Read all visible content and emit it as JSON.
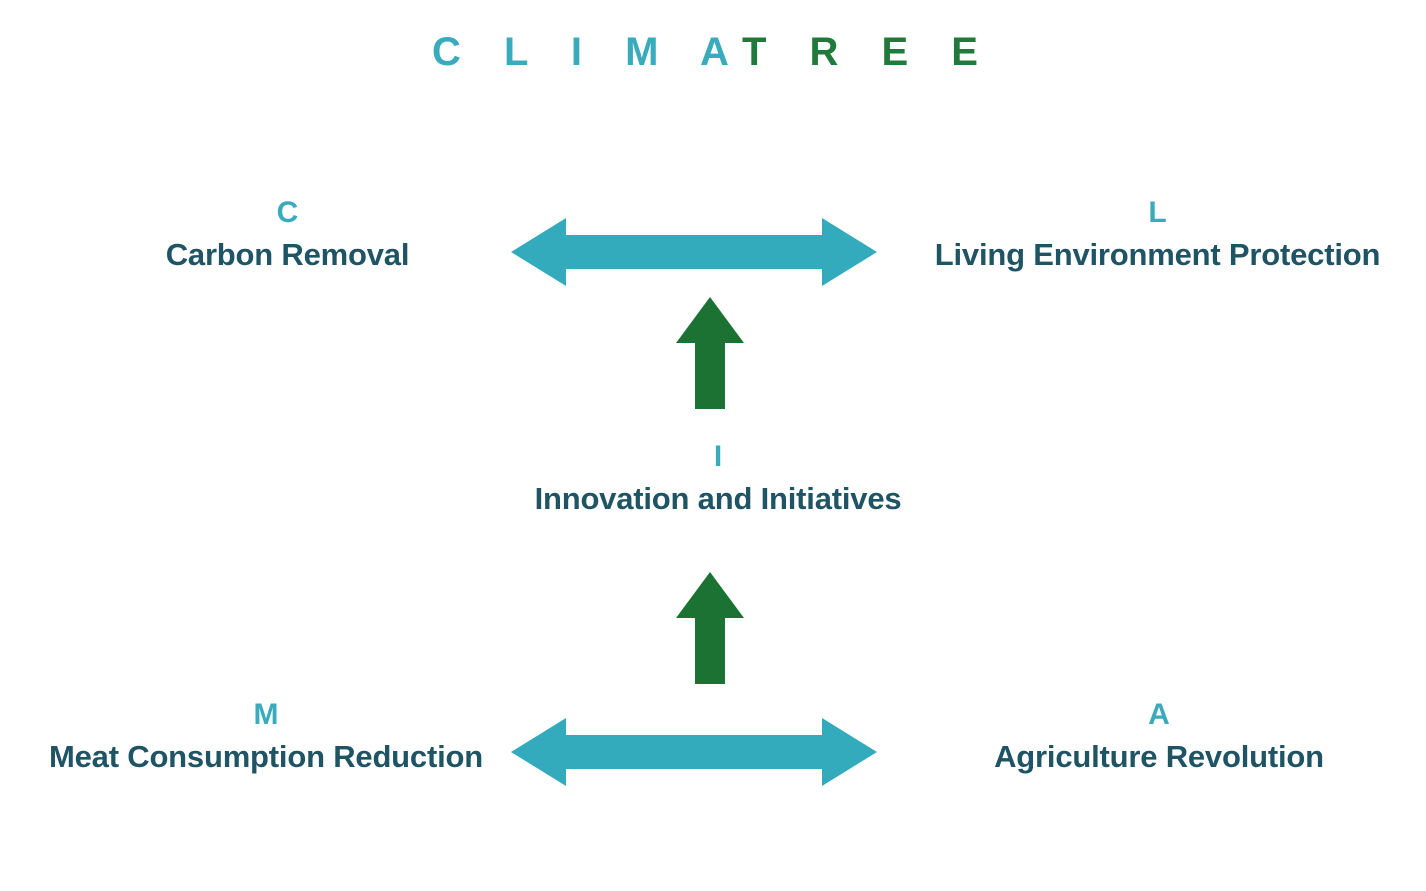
{
  "brand": {
    "full_title": "CLIMATREE",
    "part_teal": "C L I M A",
    "part_green": "T R E E",
    "teal_color": "#3AABBD",
    "green_color": "#1F7A3C"
  },
  "colors": {
    "letter_teal": "#3AABBD",
    "label_dark": "#1F5464",
    "arrow_teal": "#34ABBD",
    "arrow_green": "#1B7233",
    "background": "#FFFFFF"
  },
  "nodes": {
    "c": {
      "letter": "C",
      "label": "Carbon Removal"
    },
    "l": {
      "letter": "L",
      "label": "Living Environment Protection"
    },
    "i": {
      "letter": "I",
      "label": "Innovation and Initiatives"
    },
    "m": {
      "letter": "M",
      "label": "Meat Consumption Reduction"
    },
    "a": {
      "letter": "A",
      "label": "Agriculture Revolution"
    }
  },
  "arrows": {
    "top_horizontal": {
      "kind": "double-headed-horizontal-arrow",
      "color": "#34ABBD",
      "connects": [
        "Carbon Removal",
        "Living Environment Protection"
      ]
    },
    "bottom_horizontal": {
      "kind": "double-headed-horizontal-arrow",
      "color": "#34ABBD",
      "connects": [
        "Meat Consumption Reduction",
        "Agriculture Revolution"
      ]
    },
    "upper_vertical": {
      "kind": "up-arrow",
      "color": "#1B7233",
      "points_to": "Carbon Removal / Living Environment Protection"
    },
    "lower_vertical": {
      "kind": "up-arrow",
      "color": "#1B7233",
      "points_to": "Innovation and Initiatives"
    }
  },
  "chart_data": {
    "type": "diagram",
    "title": "CLIMATREE",
    "layout": "acronym relationship diagram",
    "nodes": [
      {
        "id": "C",
        "label": "Carbon Removal",
        "position": "top-left"
      },
      {
        "id": "L",
        "label": "Living Environment Protection",
        "position": "top-right"
      },
      {
        "id": "I",
        "label": "Innovation and Initiatives",
        "position": "center"
      },
      {
        "id": "M",
        "label": "Meat Consumption Reduction",
        "position": "bottom-left"
      },
      {
        "id": "A",
        "label": "Agriculture Revolution",
        "position": "bottom-right"
      }
    ],
    "edges": [
      {
        "from": "C",
        "to": "L",
        "style": "double-headed",
        "color": "#34ABBD"
      },
      {
        "from": "M",
        "to": "A",
        "style": "double-headed",
        "color": "#34ABBD"
      },
      {
        "from": "I",
        "to": "C-L",
        "style": "single-up",
        "color": "#1B7233"
      },
      {
        "from": "M-A",
        "to": "I",
        "style": "single-up",
        "color": "#1B7233"
      }
    ]
  }
}
